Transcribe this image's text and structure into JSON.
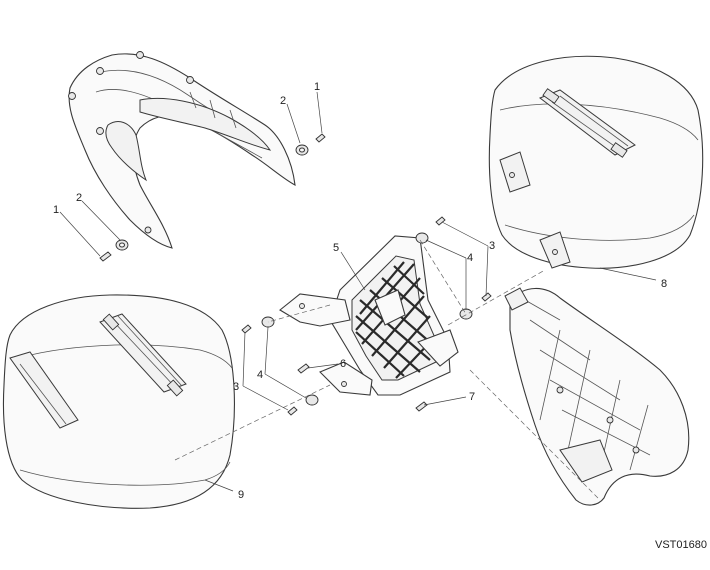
{
  "diagram": {
    "callouts": [
      "1",
      "2",
      "1",
      "2",
      "3",
      "4",
      "5",
      "6",
      "7",
      "8",
      "9",
      "3",
      "4"
    ],
    "drawing_code": "VST01680"
  }
}
